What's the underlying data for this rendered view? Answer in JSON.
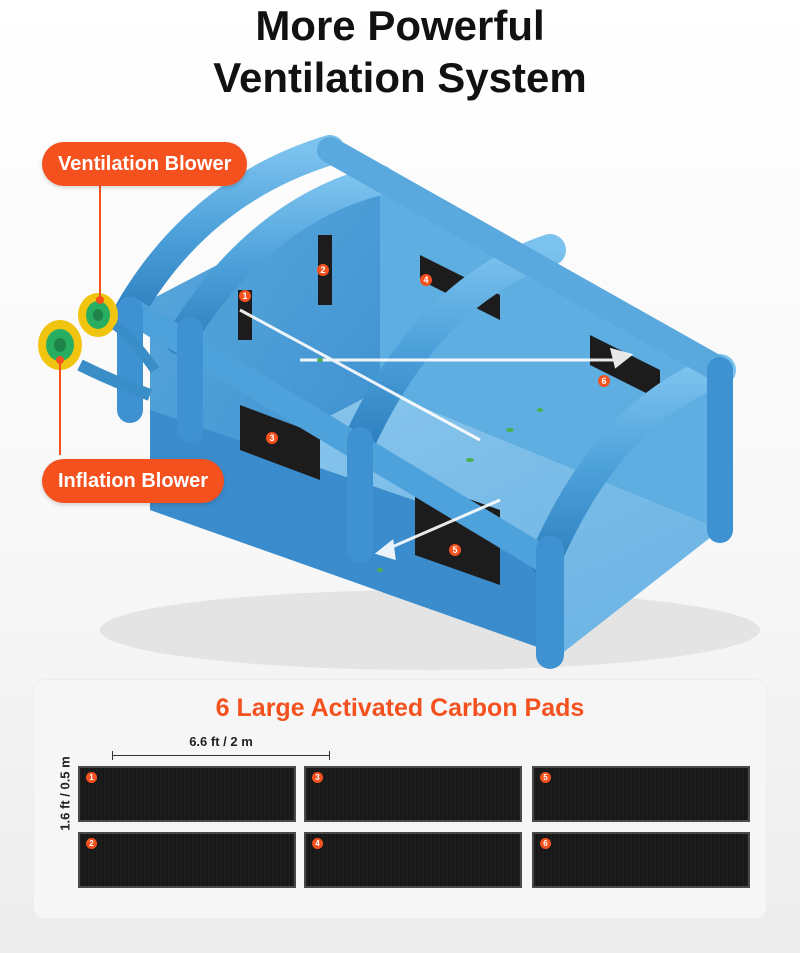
{
  "headline": {
    "line1": "More Powerful",
    "line2": "Ventilation System"
  },
  "callouts": {
    "ventilation": "Ventilation Blower",
    "inflation": "Inflation Blower"
  },
  "scene_numbers": [
    "1",
    "2",
    "3",
    "4",
    "5",
    "6"
  ],
  "pads": {
    "title": "6 Large Activated Carbon Pads",
    "width_label": "6.6 ft / 2 m",
    "height_label": "1.6 ft / 0.5 m",
    "items": [
      "1",
      "2",
      "3",
      "4",
      "5",
      "6"
    ]
  },
  "colors": {
    "accent": "#f4511e",
    "tent_blue": "#4fa3dc",
    "pad": "#1b1b1b"
  }
}
